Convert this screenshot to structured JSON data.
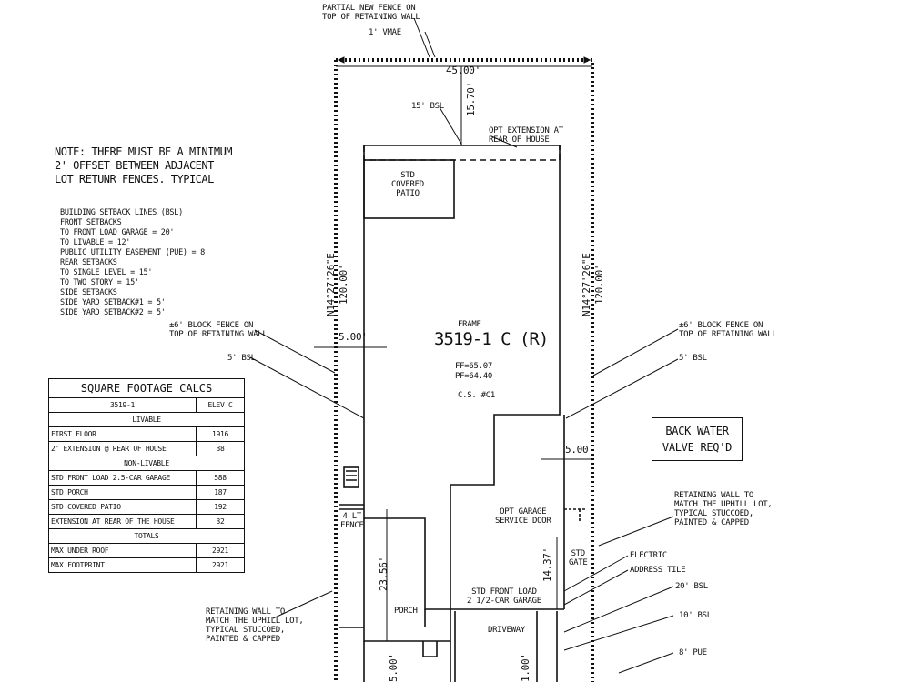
{
  "top_notes": {
    "partial_fence": [
      "PARTIAL NEW FENCE ON",
      "TOP OF RETAINING WALL"
    ],
    "vmae": "1' VMAE"
  },
  "dims": {
    "rear_width": "45.00'",
    "rear_setback": "15.70'",
    "left_side": "5.00'",
    "right_side": "5.00'",
    "left_depth": "N14°27'26\"E",
    "left_depth2": "120.00'",
    "right_depth": "N14°27'26\"E",
    "right_depth2": "120.00'",
    "porch_depth": "23.56'",
    "garage_depth": "14.37'",
    "front_a": "5.00'",
    "front_b": "1.00'"
  },
  "labels": {
    "rear_bsl": "15' BSL",
    "opt_ext": [
      "OPT EXTENSION AT",
      "REAR OF HOUSE"
    ],
    "std_patio": [
      "STD",
      "COVERED",
      "PATIO"
    ],
    "frame": "FRAME",
    "plan": "3519-1 C (R)",
    "ff": "FF=65.07",
    "pf": "PF=64.40",
    "cs": "C.S. #C1",
    "left_fence": [
      "±6' BLOCK FENCE ON",
      "TOP OF RETAINING WALL"
    ],
    "left_bsl": "5' BSL",
    "right_fence": [
      "±6' BLOCK FENCE ON",
      "TOP OF RETAINING WALL"
    ],
    "right_bsl": "5' BSL",
    "lt_fence": [
      "4 LT",
      "FENCE"
    ],
    "opt_garage_door": [
      "OPT GARAGE",
      "SERVICE DOOR"
    ],
    "porch": "PORCH",
    "std_garage": [
      "STD FRONT LOAD",
      "2 1/2-CAR GARAGE"
    ],
    "driveway": "DRIVEWAY",
    "std_gate": [
      "STD",
      "GATE"
    ],
    "electric": "ELECTRIC",
    "address_tile": "ADDRESS TILE",
    "front_bsl": "20' BSL",
    "bsl_10": "10' BSL",
    "pue": "8' PUE",
    "ret_wall_right": [
      "RETAINING WALL TO",
      "MATCH THE UPHILL LOT,",
      "TYPICAL STUCCOED,",
      "PAINTED & CAPPED"
    ],
    "ret_wall_left": [
      "RETAINING WALL TO",
      "MATCH THE UPHILL LOT,",
      "TYPICAL STUCCOED,",
      "PAINTED & CAPPED"
    ],
    "back_water": [
      "BACK WATER",
      "VALVE REQ'D"
    ]
  },
  "note": [
    "NOTE: THERE MUST BE A MINIMUM",
    "2' OFFSET BETWEEN ADJACENT",
    "LOT RETUNR FENCES. TYPICAL"
  ],
  "setbacks": {
    "title": "BUILDING SETBACK LINES (BSL)",
    "front_title": "FRONT SETBACKS",
    "front_1": "TO FRONT LOAD GARAGE = 20'",
    "front_2": "TO LIVABLE = 12'",
    "front_3": "PUBLIC UTILITY EASEMENT (PUE) = 8'",
    "rear_title": "REAR SETBACKS",
    "rear_1": "TO SINGLE LEVEL = 15'",
    "rear_2": "TO TWO STORY = 15'",
    "side_title": "SIDE SETBACKS",
    "side_1": "SIDE YARD SETBACK#1 = 5'",
    "side_2": "SIDE YARD SETBACK#2 = 5'"
  },
  "sqft": {
    "title": "SQUARE FOOTAGE CALCS",
    "plan_col": "3519-1",
    "elev_col": "ELEV C",
    "livable": "LIVABLE",
    "first_floor": "FIRST FLOOR",
    "first_floor_v": "1916",
    "ext_rear": "2' EXTENSION @ REAR OF HOUSE",
    "ext_rear_v": "38",
    "non_livable": "NON-LIVABLE",
    "garage": "STD FRONT LOAD 2.5-CAR GARAGE",
    "garage_v": "588",
    "porch": "STD PORCH",
    "porch_v": "187",
    "patio": "STD COVERED PATIO",
    "patio_v": "192",
    "ext_house": "EXTENSION AT REAR OF THE HOUSE",
    "ext_house_v": "32",
    "totals": "TOTALS",
    "max_roof": "MAX UNDER ROOF",
    "max_roof_v": "2921",
    "max_foot": "MAX FOOTPRINT",
    "max_foot_v": "2921"
  }
}
